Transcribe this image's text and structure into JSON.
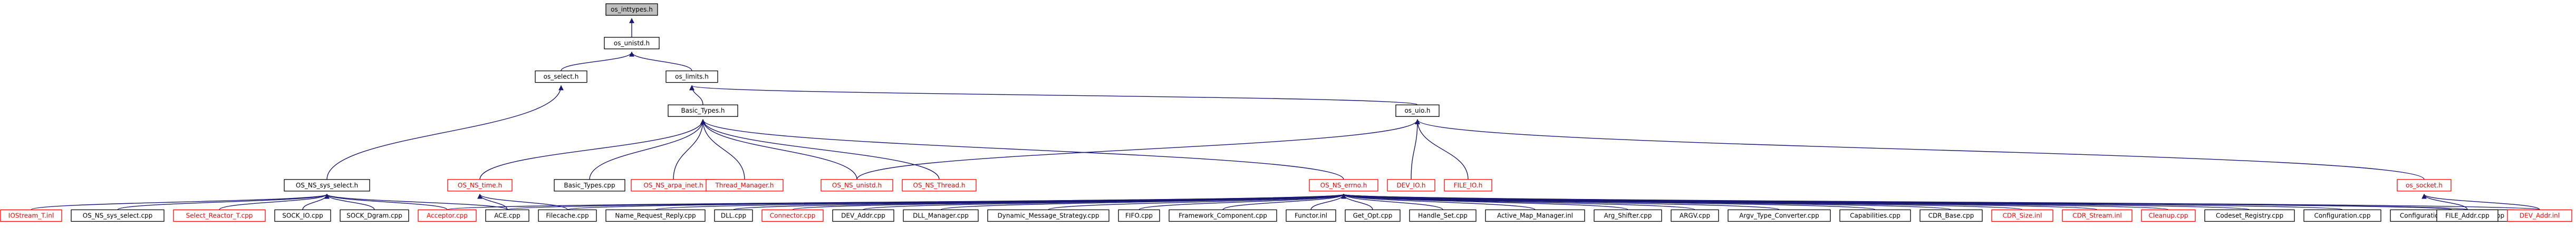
{
  "colors": {
    "edge": "#191970",
    "root_fill": "#bfbfbf",
    "node_border_default": "#000000",
    "node_border_linked": "#ff0000",
    "node_text_linked": "#ff0000"
  },
  "nodes": [
    {
      "id": "os_inttypes_h",
      "label": "os_inttypes.h",
      "style": "root"
    },
    {
      "id": "os_unistd_h",
      "label": "os_unistd.h",
      "style": "black"
    },
    {
      "id": "os_select_h",
      "label": "os_select.h",
      "style": "black"
    },
    {
      "id": "os_limits_h",
      "label": "os_limits.h",
      "style": "black"
    },
    {
      "id": "Basic_Types_h",
      "label": "Basic_Types.h",
      "style": "black"
    },
    {
      "id": "os_uio_h",
      "label": "os_uio.h",
      "style": "black"
    },
    {
      "id": "OS_NS_sys_select_h",
      "label": "OS_NS_sys_select.h",
      "style": "black"
    },
    {
      "id": "OS_NS_time_h",
      "label": "OS_NS_time.h",
      "style": "red"
    },
    {
      "id": "Basic_Types_cpp",
      "label": "Basic_Types.cpp",
      "style": "black"
    },
    {
      "id": "OS_NS_arpa_inet_h",
      "label": "OS_NS_arpa_inet.h",
      "style": "red"
    },
    {
      "id": "OS_NS_errno_h",
      "label": "OS_NS_errno.h",
      "style": "red"
    },
    {
      "id": "OS_NS_unistd_h",
      "label": "OS_NS_unistd.h",
      "style": "red"
    },
    {
      "id": "OS_NS_Thread_h",
      "label": "OS_NS_Thread.h",
      "style": "red"
    },
    {
      "id": "DEV_IO_h",
      "label": "DEV_IO.h",
      "style": "red"
    },
    {
      "id": "FILE_IO_h",
      "label": "FILE_IO.h",
      "style": "red"
    },
    {
      "id": "os_socket_h",
      "label": "os_socket.h",
      "style": "red"
    },
    {
      "id": "Thread_Manager_h",
      "label": "Thread_Manager.h",
      "style": "red"
    },
    {
      "id": "IOStream_T_inl",
      "label": "IOStream_T.inl",
      "style": "red"
    },
    {
      "id": "OS_NS_sys_select_cpp",
      "label": "OS_NS_sys_select.cpp",
      "style": "black"
    },
    {
      "id": "Select_Reactor_T_cpp",
      "label": "Select_Reactor_T.cpp",
      "style": "red"
    },
    {
      "id": "SOCK_IO_cpp",
      "label": "SOCK_IO.cpp",
      "style": "black"
    },
    {
      "id": "SOCK_Dgram_cpp",
      "label": "SOCK_Dgram.cpp",
      "style": "black"
    },
    {
      "id": "Acceptor_cpp",
      "label": "Acceptor.cpp",
      "style": "red"
    },
    {
      "id": "ACE_cpp",
      "label": "ACE.cpp",
      "style": "black"
    },
    {
      "id": "Filecache_cpp",
      "label": "Filecache.cpp",
      "style": "black"
    },
    {
      "id": "Name_Request_Reply_cpp",
      "label": "Name_Request_Reply.cpp",
      "style": "black"
    },
    {
      "id": "DLL_cpp",
      "label": "DLL.cpp",
      "style": "black"
    },
    {
      "id": "Connector_cpp",
      "label": "Connector.cpp",
      "style": "red"
    },
    {
      "id": "DEV_Addr_cpp",
      "label": "DEV_Addr.cpp",
      "style": "black"
    },
    {
      "id": "DLL_Manager_cpp",
      "label": "DLL_Manager.cpp",
      "style": "black"
    },
    {
      "id": "Dynamic_Message_Strategy_cpp",
      "label": "Dynamic_Message_Strategy.cpp",
      "style": "black"
    },
    {
      "id": "FIFO_cpp",
      "label": "FIFO.cpp",
      "style": "black"
    },
    {
      "id": "Framework_Component_cpp",
      "label": "Framework_Component.cpp",
      "style": "black"
    },
    {
      "id": "Functor_inl",
      "label": "Functor.inl",
      "style": "black"
    },
    {
      "id": "Get_Opt_cpp",
      "label": "Get_Opt.cpp",
      "style": "black"
    },
    {
      "id": "Handle_Set_cpp",
      "label": "Handle_Set.cpp",
      "style": "black"
    },
    {
      "id": "Active_Map_Manager_inl",
      "label": "Active_Map_Manager.inl",
      "style": "black"
    },
    {
      "id": "Arg_Shifter_cpp",
      "label": "Arg_Shifter.cpp",
      "style": "black"
    },
    {
      "id": "ARGV_cpp",
      "label": "ARGV.cpp",
      "style": "black"
    },
    {
      "id": "Argv_Type_Converter_cpp",
      "label": "Argv_Type_Converter.cpp",
      "style": "black"
    },
    {
      "id": "Capabilities_cpp",
      "label": "Capabilities.cpp",
      "style": "black"
    },
    {
      "id": "CDR_Base_cpp",
      "label": "CDR_Base.cpp",
      "style": "black"
    },
    {
      "id": "CDR_Size_inl",
      "label": "CDR_Size.inl",
      "style": "red"
    },
    {
      "id": "CDR_Stream_inl",
      "label": "CDR_Stream.inl",
      "style": "red"
    },
    {
      "id": "Cleanup_cpp",
      "label": "Cleanup.cpp",
      "style": "red"
    },
    {
      "id": "Codeset_Registry_cpp",
      "label": "Codeset_Registry.cpp",
      "style": "black"
    },
    {
      "id": "Configuration_cpp",
      "label": "Configuration.cpp",
      "style": "black"
    },
    {
      "id": "Configuration_Import_Export_cpp",
      "label": "Configuration_Import_Export.cpp",
      "style": "black"
    },
    {
      "id": "FILE_Addr_cpp",
      "label": "FILE_Addr.cpp",
      "style": "black"
    },
    {
      "id": "DEV_Addr_inl",
      "label": "DEV_Addr.inl",
      "style": "red"
    }
  ]
}
